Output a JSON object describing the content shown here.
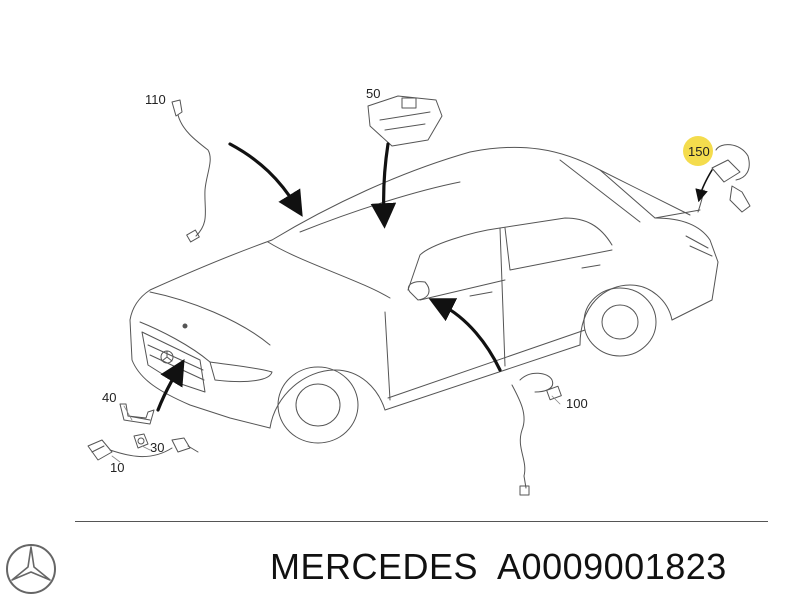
{
  "diagram": {
    "callouts": {
      "c110": "110",
      "c50": "50",
      "c150": "150",
      "c100": "100",
      "c40": "40",
      "c30": "30",
      "c10": "10"
    },
    "highlight_color": "#f2d62e"
  },
  "footer": {
    "part_caption": "MERCEDES  A0009001823",
    "logo": "mercedes-star-logo"
  }
}
